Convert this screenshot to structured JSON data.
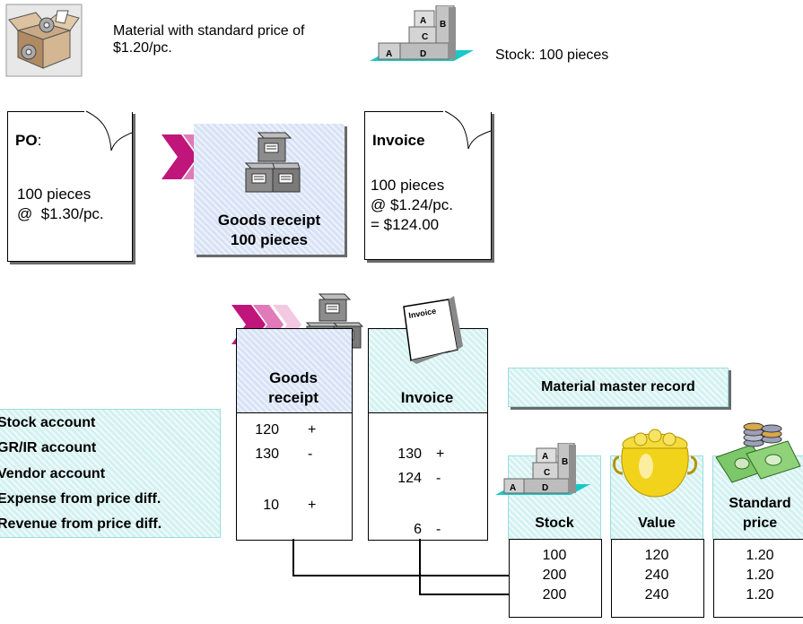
{
  "header": {
    "material_text": "Material with standard price of $1.20/pc.",
    "stock_text": "Stock: 100 pieces"
  },
  "po": {
    "title": "PO",
    "title_suffix": ":",
    "line1": "100 pieces",
    "line2": "@  $1.30/pc."
  },
  "goods_receipt_top": {
    "line1": "Goods receipt",
    "line2": "100 pieces"
  },
  "invoice_doc": {
    "title": "Invoice",
    "line1": "100 pieces",
    "line2": "@ $1.24/pc.",
    "line3": "= $124.00"
  },
  "accounts": [
    "Stock account",
    "GR/IR account",
    "Vendor account",
    "Expense from price diff.",
    "Revenue from price diff."
  ],
  "gr_column": {
    "header_line1": "Goods",
    "header_line2": "receipt",
    "entries": [
      {
        "amount": "120",
        "sign": "+"
      },
      {
        "amount": "130",
        "sign": "-"
      },
      {
        "amount": "",
        "sign": ""
      },
      {
        "amount": "10",
        "sign": "+"
      },
      {
        "amount": "",
        "sign": ""
      }
    ]
  },
  "inv_column": {
    "header": "Invoice",
    "icon_label": "Invoice",
    "entries": [
      {
        "amount": "",
        "sign": ""
      },
      {
        "amount": "130",
        "sign": "+"
      },
      {
        "amount": "124",
        "sign": "-"
      },
      {
        "amount": "",
        "sign": ""
      },
      {
        "amount": "6",
        "sign": "-"
      }
    ]
  },
  "material_master": {
    "title": "Material master record",
    "columns": [
      {
        "header": "Stock",
        "values": [
          "100",
          "200",
          "200"
        ]
      },
      {
        "header": "Value",
        "values": [
          "120",
          "240",
          "240"
        ]
      },
      {
        "header_line1": "Standard",
        "header_line2": "price",
        "values": [
          "1.20",
          "1.20",
          "1.20"
        ]
      }
    ]
  },
  "shelf_letters": {
    "a": "A",
    "b": "B",
    "c": "C",
    "d": "D"
  },
  "colors": {
    "arrow_magenta": "#c0157a",
    "hatch_blue": "#d8e2f6",
    "hatch_teal": "#d3f1f1",
    "box_gray": "#8c8c8c",
    "gold": "#f2d31b"
  }
}
